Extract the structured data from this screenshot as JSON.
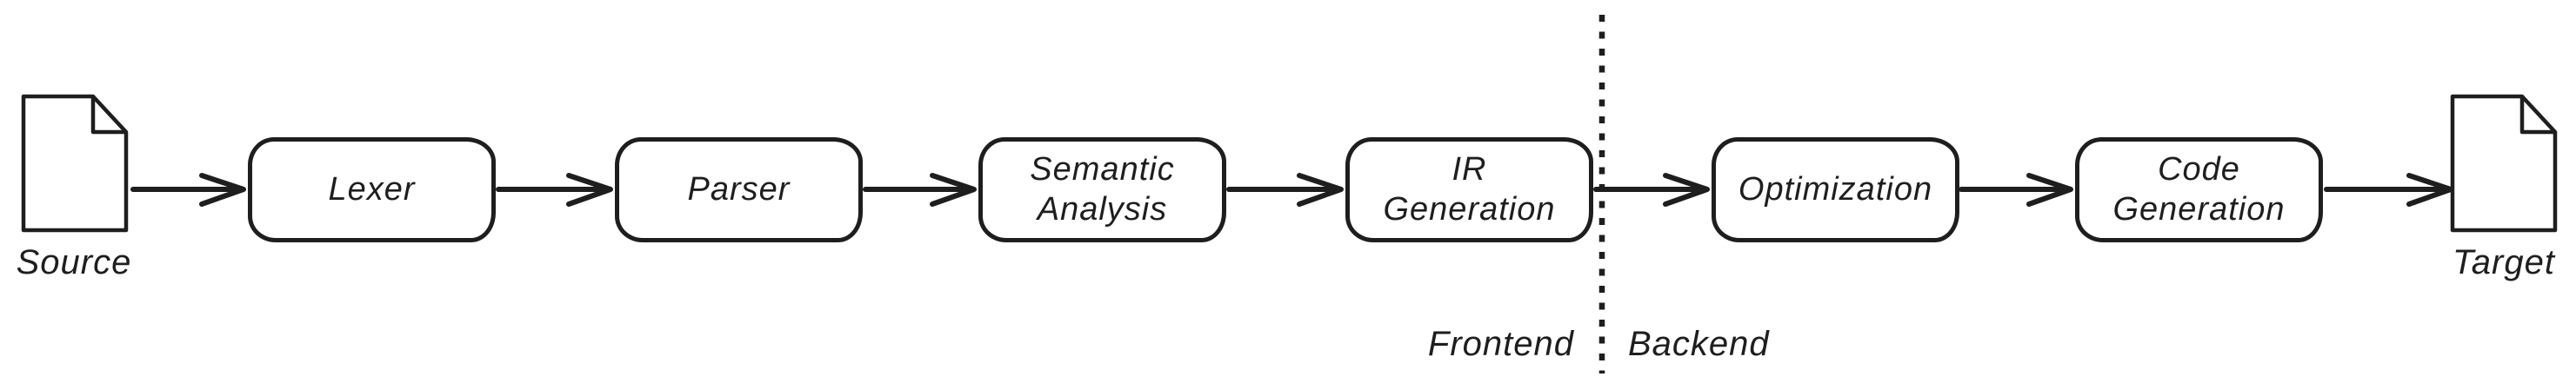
{
  "canvas": {
    "background": "#ffffff",
    "stroke_color": "#1e1e1e",
    "style": "hand-drawn-sketch"
  },
  "pipeline": {
    "source": {
      "label": "Source",
      "icon": "document-icon"
    },
    "target": {
      "label": "Target",
      "icon": "document-icon"
    },
    "stages": [
      {
        "label": "Lexer"
      },
      {
        "label": "Parser"
      },
      {
        "label": "Semantic\nAnalysis"
      },
      {
        "label": "IR\nGeneration"
      },
      {
        "label": "Optimization"
      },
      {
        "label": "Code\nGeneration"
      }
    ],
    "divider": {
      "style": "dotted-vertical-line",
      "frontend_label": "Frontend",
      "backend_label": "Backend"
    },
    "connector": {
      "icon": "arrow-right-icon",
      "count": 7
    }
  }
}
